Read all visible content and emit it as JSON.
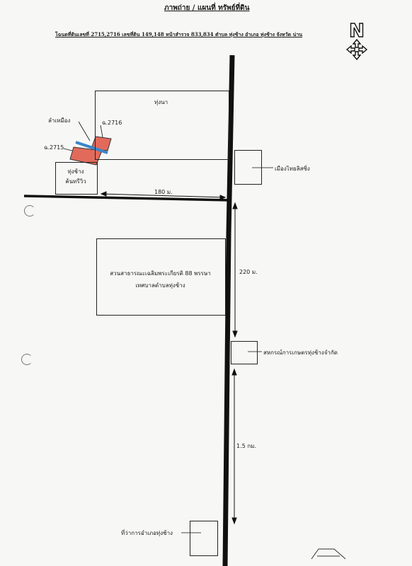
{
  "title": "ภาพถ่าย / แผนที่ ทรัพย์ที่ดิน",
  "subtitle": "โฉนดที่ดินเลขที่ 2715,2716 เลขที่ดิน 149,148 หน้าสำรวจ 833,834 ตำบล ทุ่งช้าง อำเภอ ทุ่งช้าง จังหวัด น่าน",
  "north_label": "N",
  "parcels": {
    "tung_na": "ทุ่งนา",
    "lam_muang": "ลำเหมือง",
    "parcel_2716": "ฉ.2716",
    "parcel_2715": "ฉ.2715",
    "tung_chang_resort_line1": "ทุ่งช้าง",
    "tung_chang_resort_line2": "ค้นทรีวิว"
  },
  "landmarks": {
    "mueang_thai": "เมืองไทยลิสซิ่ง",
    "park_line1": "สวนสาธารณะเฉลิมพระเกียรติ 88 พรรษา",
    "park_line2": "เทศบาลตำบลทุ่งช้าง",
    "cooperative": "สหกรณ์การเกษตรทุ่งช้างจำกัด",
    "district_office": "ที่ว่าการอำเภอทุ่งช้าง"
  },
  "distances": {
    "d180": "180 ม.",
    "d220": "220 ม.",
    "d1_5km": "1.5 กม."
  },
  "colors": {
    "parcel_fill": "#e26a5a",
    "canal": "#3a86c8",
    "road": "#111111"
  }
}
